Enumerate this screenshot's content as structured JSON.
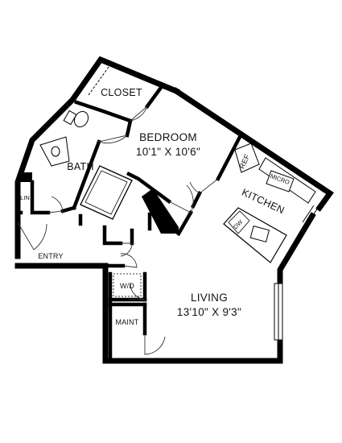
{
  "rooms": {
    "closet": "CLOSET",
    "bedroom": "BEDROOM",
    "bedroom_dims": "10'1\" X 10'6\"",
    "bath": "BATH",
    "lin": "LIN",
    "ref": "REF",
    "kitchen": "KITCHEN",
    "dw": "DW",
    "microwave": "MICRO",
    "entry": "ENTRY",
    "wd": "W/D",
    "living": "LIVING",
    "living_dims": "13'10\" X 9'3\"",
    "maint": "MAINT"
  },
  "colors": {
    "wall": "#000000",
    "background": "#ffffff"
  }
}
